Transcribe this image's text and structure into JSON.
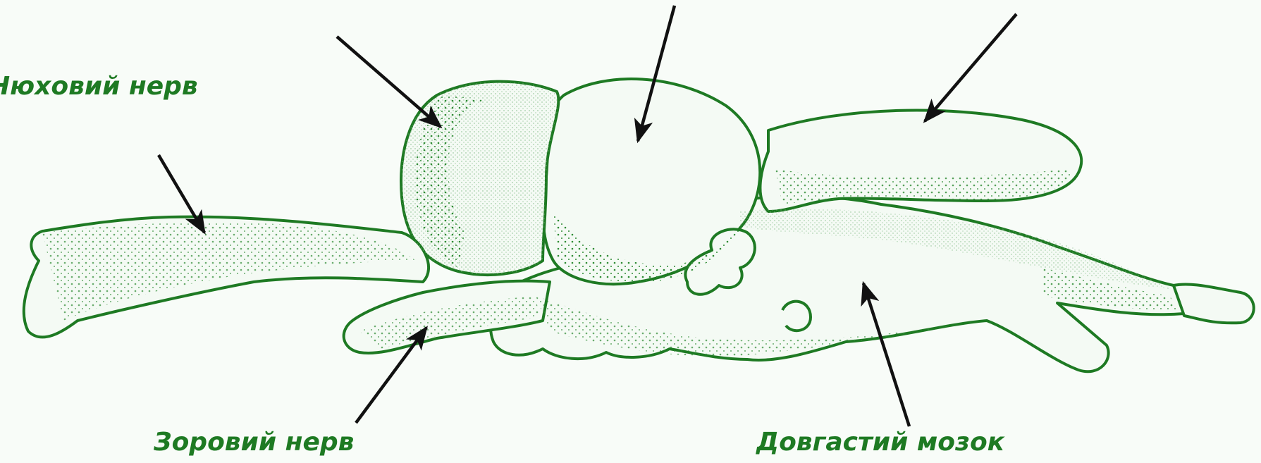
{
  "labels": {
    "olfactory_nerve": "Нюховий нерв",
    "optic_nerve": "Зоровий нерв",
    "medulla": "Довгастий мозок"
  },
  "colors": {
    "outline": "#1e7a23",
    "stipple": "#2e8b33",
    "fill": "#eef6ee",
    "label": "#1e7a23",
    "arrow": "#111111"
  },
  "icons": {
    "arrow": "arrow-icon"
  }
}
